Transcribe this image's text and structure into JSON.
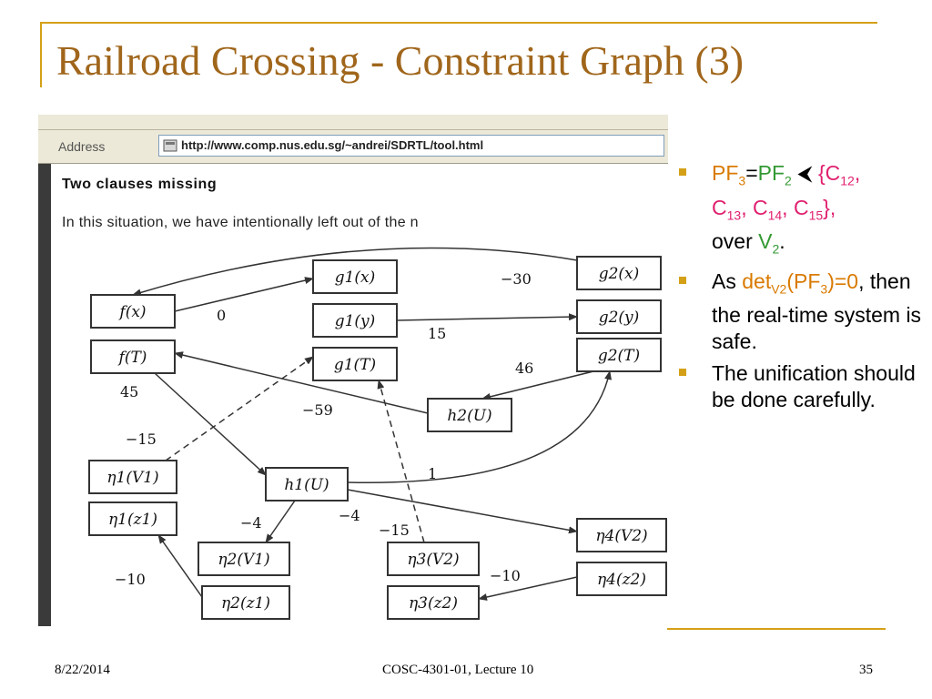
{
  "slide": {
    "title": "Railroad Crossing - Constraint Graph (3)",
    "footer": {
      "date": "8/22/2014",
      "course": "COSC-4301-01, Lecture 10",
      "page": "35"
    },
    "accent_color": "#d4a017",
    "title_color": "#a0661b"
  },
  "screenshot": {
    "address_label": "Address",
    "address_url": "http://www.comp.nus.edu.sg/~andrei/SDRTL/tool.html",
    "heading": "Two clauses missing",
    "paragraph": "In this situation, we have intentionally left out of the n",
    "graph": {
      "nodes": [
        {
          "id": "fx",
          "label": "f(x)"
        },
        {
          "id": "fT",
          "label": "f(T)"
        },
        {
          "id": "g1x",
          "label": "g1(x)"
        },
        {
          "id": "g1y",
          "label": "g1(y)"
        },
        {
          "id": "g1T",
          "label": "g1(T)"
        },
        {
          "id": "g2x",
          "label": "g2(x)"
        },
        {
          "id": "g2y",
          "label": "g2(y)"
        },
        {
          "id": "g2T",
          "label": "g2(T)"
        },
        {
          "id": "h2U",
          "label": "h2(U)"
        },
        {
          "id": "h1U",
          "label": "h1(U)"
        },
        {
          "id": "n1V1",
          "label": "η1(V1)"
        },
        {
          "id": "n1z1",
          "label": "η1(z1)"
        },
        {
          "id": "n2V1",
          "label": "η2(V1)"
        },
        {
          "id": "n2z1",
          "label": "η2(z1)"
        },
        {
          "id": "n3V2",
          "label": "η3(V2)"
        },
        {
          "id": "n3z2",
          "label": "η3(z2)"
        },
        {
          "id": "n4V2",
          "label": "η4(V2)"
        },
        {
          "id": "n4z2",
          "label": "η4(z2)"
        }
      ],
      "edge_labels": [
        {
          "id": "e-fx-g1x",
          "label": "0"
        },
        {
          "id": "e-g2x-fx",
          "label": "−30"
        },
        {
          "id": "e-g1y-g2y",
          "label": "15"
        },
        {
          "id": "e-fT-h1U",
          "label": "45"
        },
        {
          "id": "e-g2T-h2U",
          "label": "46"
        },
        {
          "id": "e-h2U-fT",
          "label": "−59"
        },
        {
          "id": "e-n1V1-g1T",
          "label": "−15"
        },
        {
          "id": "e-h1U-g2T",
          "label": "1"
        },
        {
          "id": "e-h1U-n2V1",
          "label": "−4"
        },
        {
          "id": "e-h1U-n4V2",
          "label": "−4"
        },
        {
          "id": "e-n3V2-g1T",
          "label": "−15"
        },
        {
          "id": "e-n4z2-n3z2",
          "label": "−10"
        },
        {
          "id": "e-n2z1-n1z1",
          "label": "−10"
        }
      ]
    }
  },
  "bullets": [
    {
      "pf3": "PF",
      "pf3_sub": "3",
      "eq": "=",
      "pf2": "PF",
      "pf2_sub": "2",
      "arrow": "⮜",
      "set_open": "{C",
      "c12": "12",
      "sep1": ",",
      "c13_pre": "C",
      "c13": "13",
      "sep2": ", C",
      "c14": "14",
      "sep3": ", C",
      "c15": "15",
      "set_close": "},",
      "over": "over ",
      "v": "V",
      "v_sub": "2",
      "dot": "."
    },
    {
      "as": "As ",
      "det": "det",
      "det_sub": "V2",
      "pfp": "(PF",
      "pfp_sub": "3",
      "zero": ")=0",
      "rest": ", then the real-time system is safe."
    },
    {
      "text": "The unification should be done carefully."
    }
  ]
}
